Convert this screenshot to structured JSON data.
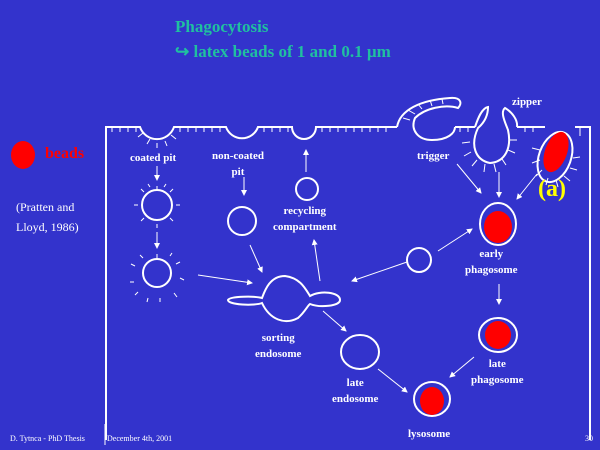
{
  "slide": {
    "title": "Phagocytosis",
    "subtitle_bullet": "↪",
    "subtitle": "latex beads of 1 and 0.1 µm",
    "legend": {
      "label": "beads",
      "bead_color": "#ff0000"
    },
    "citation_line1": "(Pratten and",
    "citation_line2": "Lloyd, 1986)",
    "panel_tag": "(a)",
    "colors": {
      "background": "#3333cc",
      "title": "#20c0a0",
      "lines": "#ffffff",
      "bead": "#ff0000",
      "tag": "#ffff00"
    }
  },
  "labels": {
    "coated_pit": "coated pit",
    "non_coated_pit_1": "non-coated",
    "non_coated_pit_2": "pit",
    "recycling_1": "recycling",
    "recycling_2": "compartment",
    "trigger": "trigger",
    "zipper": "zipper",
    "sorting_1": "sorting",
    "sorting_2": "endosome",
    "late_endo_1": "late",
    "late_endo_2": "endosome",
    "early_phago_1": "early",
    "early_phago_2": "phagosome",
    "late_phago_1": "late",
    "late_phago_2": "phagosome",
    "lysosome": "lysosome"
  },
  "footer": {
    "author": "D. Tytnca - PhD Thesis",
    "date": "December 4th, 2001",
    "page": "30"
  }
}
